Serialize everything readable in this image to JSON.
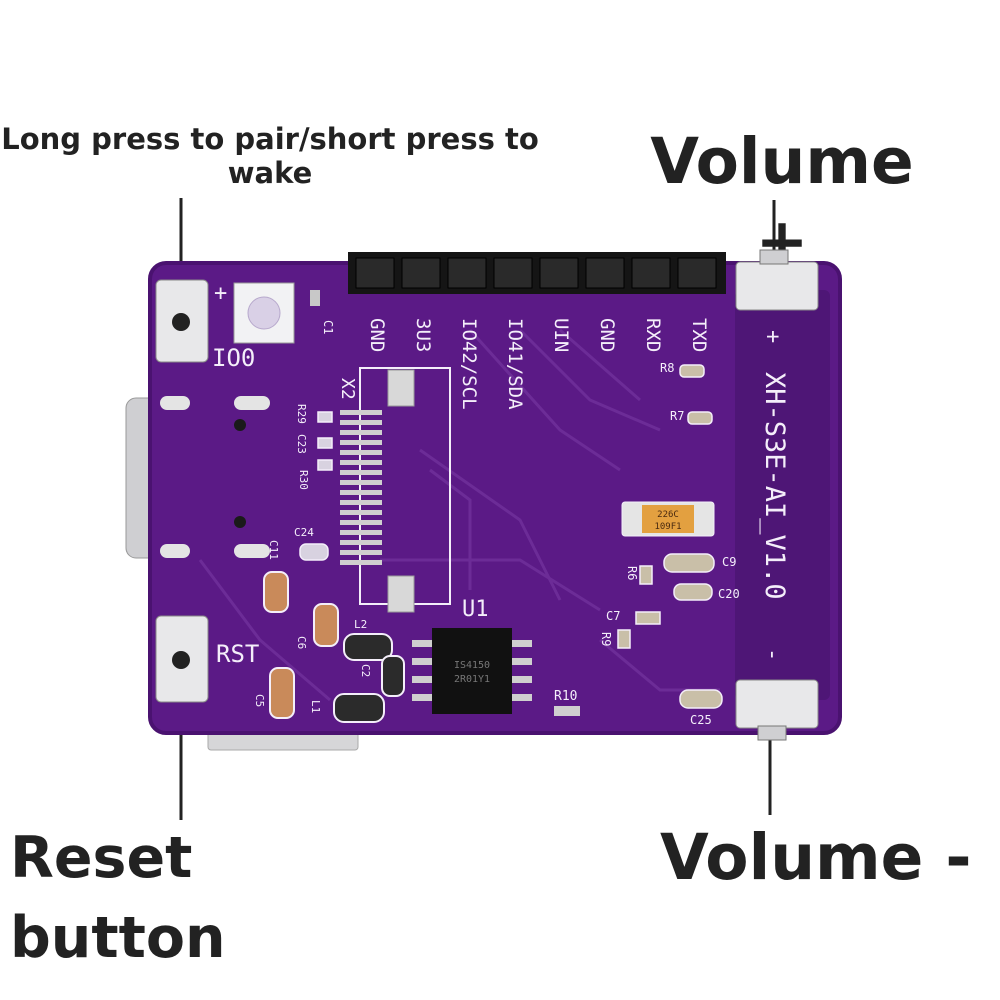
{
  "callouts": {
    "upper_left": "Long press to pair/short press to wake",
    "upper_right": "Volume +",
    "lower_left": "Reset button",
    "lower_right": "Volume -"
  },
  "board": {
    "model": "XH-S3E-AI_V1.0",
    "header_pins": [
      "GND",
      "3U3",
      "IO42/SCL",
      "IO41/SDA",
      "UIN",
      "GND",
      "RXD",
      "TXD"
    ],
    "button_labels": {
      "boot": "IO0",
      "reset": "RST"
    },
    "volume_marks": {
      "plus": "+",
      "minus": "-"
    },
    "button_plus_mark": "+",
    "refdes": [
      "X2",
      "R29",
      "C23",
      "R30",
      "C24",
      "C11",
      "C6",
      "L2",
      "C2",
      "C5",
      "L1",
      "U1",
      "R10",
      "C7",
      "R9",
      "R6",
      "C9",
      "C20",
      "R8",
      "R7",
      "C25",
      "C1"
    ],
    "chip_marking": [
      "IS4150",
      "2R01Y1"
    ],
    "cap_marking": [
      "226C",
      "109F1"
    ]
  },
  "colors": {
    "pcb": "#5b1a86",
    "pcb_edge": "#4a1270",
    "silk": "#f4eefa",
    "text": "#222222"
  }
}
